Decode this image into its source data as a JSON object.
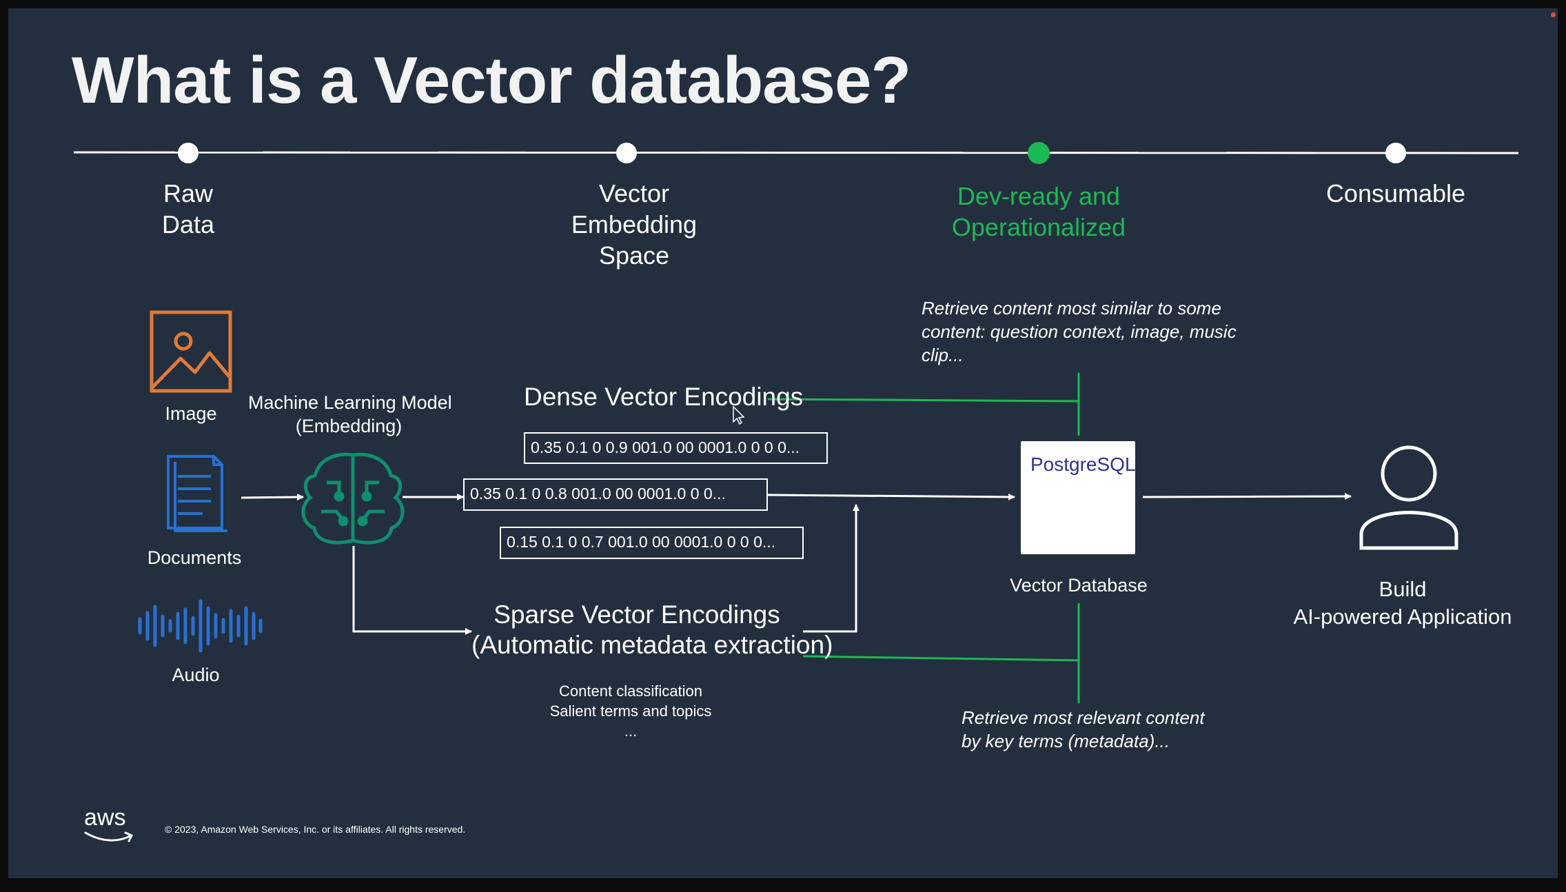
{
  "slide": {
    "title": "What is a Vector database?",
    "timeline": {
      "stages": [
        {
          "label_lines": [
            "Raw",
            "Data"
          ],
          "active": false
        },
        {
          "label_lines": [
            "Vector",
            "Embedding",
            "Space"
          ],
          "active": false
        },
        {
          "label_lines": [
            "Dev-ready and",
            "Operationalized"
          ],
          "active": true
        },
        {
          "label_lines": [
            "Consumable"
          ],
          "active": false
        }
      ]
    },
    "inputs": {
      "image_label": "Image",
      "documents_label": "Documents",
      "audio_label": "Audio"
    },
    "model": {
      "label_line1": "Machine Learning Model",
      "label_line2": "(Embedding)"
    },
    "dense": {
      "title": "Dense Vector Encodings",
      "vectors": [
        "0.35 0.1 0 0.9 001.0 00 0001.0 0 0 0...",
        "0.35 0.1 0 0.8 001.0 00 0001.0 0 0...",
        "0.15 0.1 0 0.7 001.0 00 0001.0 0 0 0..."
      ]
    },
    "sparse": {
      "title_line1": "Sparse Vector Encodings",
      "title_line2": "(Automatic metadata extraction)",
      "details": [
        "Content classification",
        "Salient terms and topics",
        "..."
      ]
    },
    "database": {
      "logo_text": "PostgreSQL",
      "label": "Vector Database",
      "top_note_lines": [
        "Retrieve content most similar to some",
        "content: question context, image, music",
        "clip..."
      ],
      "bottom_note_lines": [
        "Retrieve most relevant content",
        "by key terms (metadata)..."
      ]
    },
    "application": {
      "label_line1": "Build",
      "label_line2": "AI-powered Application"
    },
    "footer": {
      "logo_text": "aws",
      "copyright": "© 2023, Amazon Web Services, Inc. or its affiliates. All rights reserved."
    },
    "colors": {
      "background": "#232f3e",
      "accent_green": "#1db954",
      "image_icon": "#e07b39",
      "documents_icon": "#2a6fd1",
      "audio_icon": "#2a6fd1",
      "model_icon": "#0f8f6f",
      "postgres": "#2e3192"
    }
  }
}
